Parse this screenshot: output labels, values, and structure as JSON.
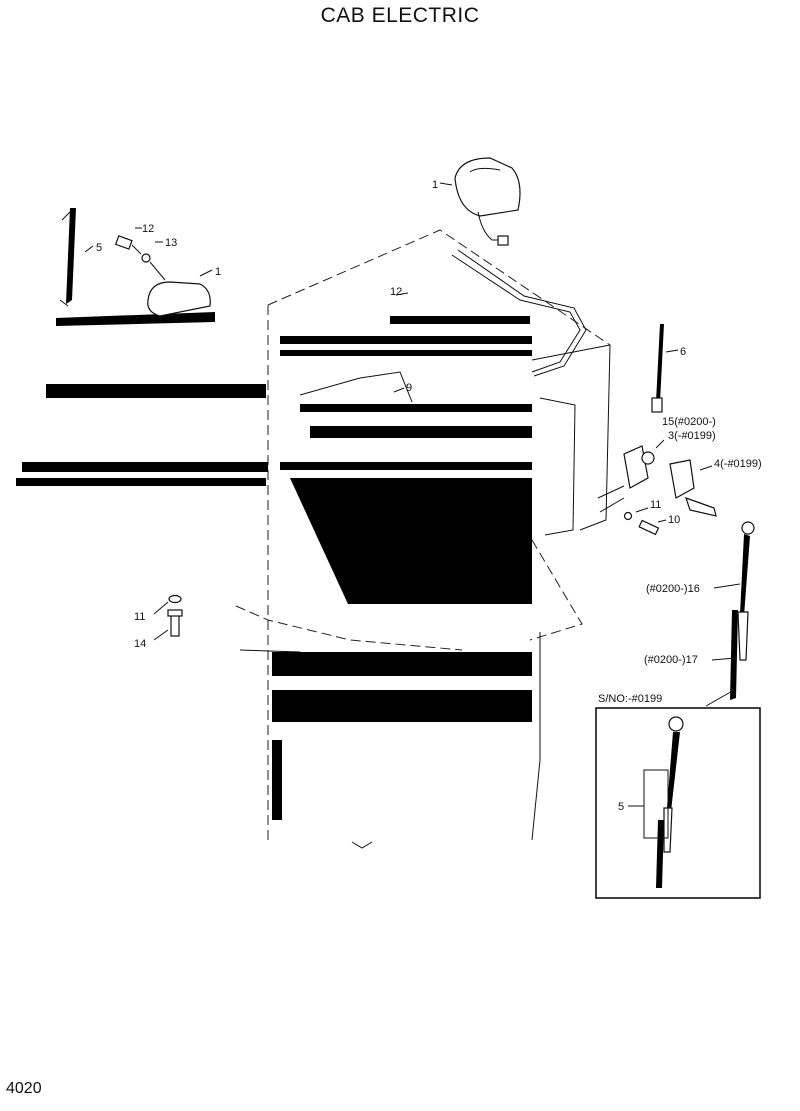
{
  "header": {
    "title": "CAB ELECTRIC"
  },
  "footer": {
    "page_number": "4020"
  },
  "labels": {
    "lamp_top": "1",
    "bolt_12_left": "12",
    "washer_13": "13",
    "lamp_left": "1",
    "wiper_blade_left": "5",
    "bolt_12_cab": "12",
    "item_9": "9",
    "antenna_6": "6",
    "item_15": "15(#0200-)",
    "item_3": "3(-#0199)",
    "item_4": "4(-#0199)",
    "item_11_right": "11",
    "item_10": "10",
    "item_16": "(#0200-)16",
    "item_17": "(#0200-)17",
    "item_11_left": "11",
    "item_14": "14",
    "inset_serial": "S/NO:-#0199",
    "inset_item_5": "5"
  }
}
